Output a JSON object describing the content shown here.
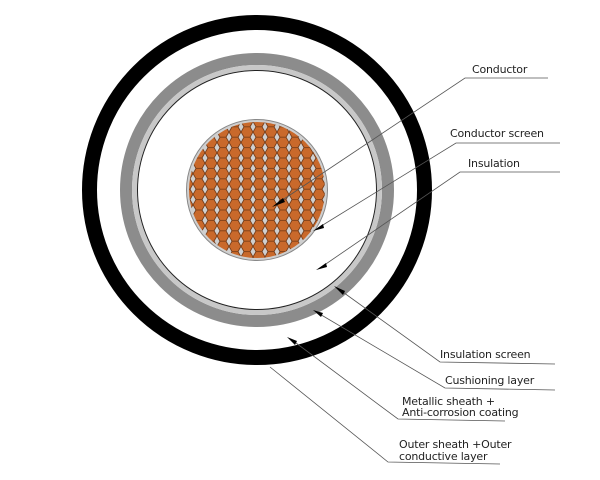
{
  "title": "Cable cross-section",
  "labels": {
    "conductor": "Conductor",
    "conductor_screen": "Conductor screen",
    "insulation": "Insulation",
    "insulation_screen": "Insulation screen",
    "cushioning_layer": "Cushioning layer",
    "metallic_sheath_line1": "Metallic sheath +",
    "metallic_sheath_line2": "Anti-corrosion coating",
    "outer_sheath_line1": "Outer sheath +Outer",
    "outer_sheath_line2": "conductive layer"
  },
  "colors": {
    "copper": "#c9692b",
    "copper_stroke": "#6e3512",
    "outer_sheath": "#000000",
    "metallic_sheath": "#8c8c8c",
    "cushion": "#c8c8c8",
    "conductor_screen": "#cfcfcf",
    "leader": "#555555"
  }
}
